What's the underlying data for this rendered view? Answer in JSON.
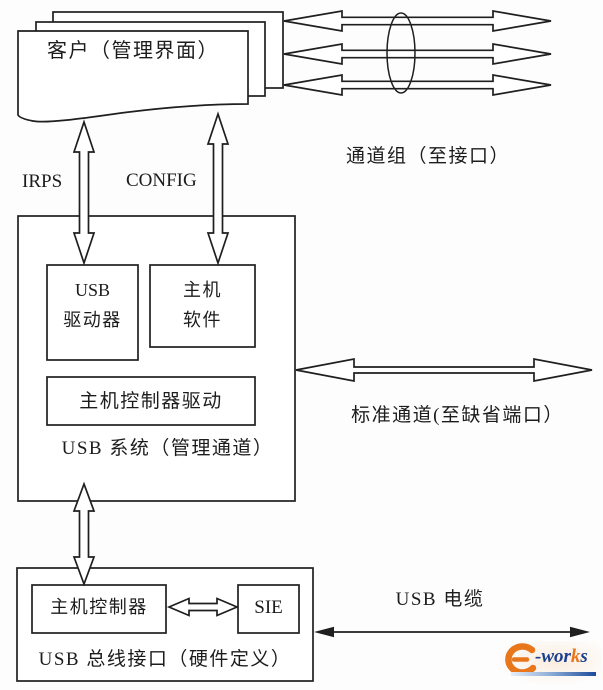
{
  "diagram": {
    "client": "客户（管理界面）",
    "irps": "IRPS",
    "config": "CONFIG",
    "channel_group": "通道组（至接口）",
    "usb_driver_line1": "USB",
    "usb_driver_line2": "驱动器",
    "host_software_line1": "主机",
    "host_software_line2": "软件",
    "host_controller_driver": "主机控制器驱动",
    "usb_system": "USB 系统（管理通道）",
    "standard_channel": "标准通道(至缺省端口）",
    "host_controller": "主机控制器",
    "sie": "SIE",
    "usb_bus_interface": "USB 总线接口（硬件定义）",
    "usb_cable": "USB 电缆"
  },
  "logo": {
    "part1": "-wor",
    "part2": "k",
    "part3": "s"
  },
  "colors": {
    "line": "#1f1f1f",
    "background": "#fdfdfd",
    "logo_orange": "#e8761b",
    "logo_blue": "#1b3f8f"
  }
}
